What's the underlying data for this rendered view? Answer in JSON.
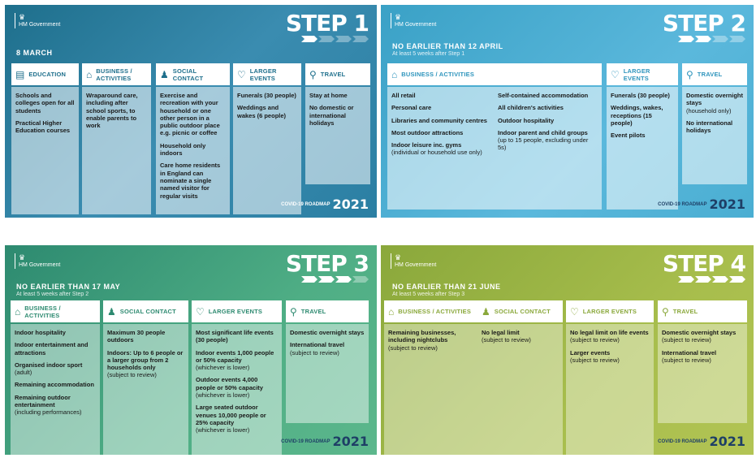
{
  "gov": "HM Government",
  "roadmap_label": "COVID-19 ROADMAP",
  "roadmap_year": "2021",
  "step1": {
    "title": "STEP 1",
    "date": "8 MARCH",
    "cols": [
      {
        "icon": "education-icon",
        "glyph": "▤",
        "head": "EDUCATION",
        "items": [
          "Schools and colleges open for all students",
          "Practical Higher Education courses"
        ]
      },
      {
        "icon": "business-icon",
        "glyph": "⌂",
        "head": "BUSINESS / ACTIVITIES",
        "items": [
          "Wraparound care, including after school sports, to enable parents to work"
        ]
      },
      {
        "icon": "person-icon",
        "glyph": "♟",
        "head": "SOCIAL CONTACT",
        "items": [
          "Exercise and recreation with your household or one other person in a public outdoor place e.g. picnic or coffee",
          "Household only indoors",
          "Care home residents in England can nominate a single named visitor for regular visits"
        ]
      },
      {
        "icon": "heart-icon",
        "glyph": "♡",
        "head": "LARGER EVENTS",
        "items": [
          "Funerals (30 people)",
          "Weddings and wakes (6 people)"
        ]
      },
      {
        "icon": "travel-icon",
        "glyph": "⚲",
        "head": "TRAVEL",
        "items": [
          "Stay at home",
          "No domestic or international holidays"
        ]
      }
    ]
  },
  "step2": {
    "title": "STEP 2",
    "date": "NO EARLIER THAN 12 APRIL",
    "sub": "At least 5 weeks after Step 1",
    "business_head": "BUSINESS / ACTIVITIES",
    "business_left": [
      {
        "b": "All retail",
        "n": ""
      },
      {
        "b": "Personal care",
        "n": ""
      },
      {
        "b": "Libraries and community centres",
        "n": ""
      },
      {
        "b": "Most outdoor attractions",
        "n": ""
      },
      {
        "b": "Indoor leisure inc. gyms",
        "n": "(individual or household use only)"
      }
    ],
    "business_right": [
      {
        "b": "Self-contained accommodation",
        "n": ""
      },
      {
        "b": "All children's activities",
        "n": ""
      },
      {
        "b": "Outdoor hospitality",
        "n": ""
      },
      {
        "b": "Indoor parent and child groups",
        "n": "(up to 15 people, excluding under 5s)"
      }
    ],
    "events_head": "LARGER EVENTS",
    "events": [
      "Funerals (30 people)",
      "Weddings, wakes, receptions (15 people)",
      "Event pilots"
    ],
    "travel_head": "TRAVEL",
    "travel": [
      {
        "b": "Domestic overnight stays",
        "n": "(household only)"
      },
      {
        "b": "No international holidays",
        "n": ""
      }
    ]
  },
  "step3": {
    "title": "STEP 3",
    "date": "NO EARLIER THAN 17 MAY",
    "sub": "At least 5 weeks after Step 2",
    "cols": [
      {
        "icon": "business-icon",
        "glyph": "⌂",
        "head": "BUSINESS / ACTIVITIES",
        "items": [
          {
            "b": "Indoor hospitality",
            "n": ""
          },
          {
            "b": "Indoor entertainment and attractions",
            "n": ""
          },
          {
            "b": "Organised indoor sport",
            "n": "(adult)"
          },
          {
            "b": "Remaining accommodation",
            "n": ""
          },
          {
            "b": "Remaining outdoor entertainment",
            "n": "(including performances)"
          }
        ]
      },
      {
        "icon": "person-icon",
        "glyph": "♟",
        "head": "SOCIAL CONTACT",
        "items": [
          {
            "b": "Maximum 30 people outdoors",
            "n": ""
          },
          {
            "b": "Indoors: Up to 6 people or a larger group from 2 households only",
            "n": "(subject to review)"
          }
        ]
      },
      {
        "icon": "heart-icon",
        "glyph": "♡",
        "head": "LARGER EVENTS",
        "items": [
          {
            "b": "Most significant life events (30 people)",
            "n": ""
          },
          {
            "b": "Indoor events 1,000 people or 50% capacity",
            "n": "(whichever is lower)"
          },
          {
            "b": "Outdoor events 4,000 people or 50% capacity",
            "n": "(whichever is lower)"
          },
          {
            "b": "Large seated outdoor venues 10,000 people or 25% capacity",
            "n": "(whichever is lower)"
          }
        ]
      },
      {
        "icon": "travel-icon",
        "glyph": "⚲",
        "head": "TRAVEL",
        "items": [
          {
            "b": "Domestic overnight stays",
            "n": ""
          },
          {
            "b": "International travel",
            "n": "(subject to review)"
          }
        ]
      }
    ]
  },
  "step4": {
    "title": "STEP 4",
    "date": "NO EARLIER THAN 21 JUNE",
    "sub": "At least 5 weeks after Step 3",
    "cols": [
      {
        "icon": "business-icon",
        "glyph": "⌂",
        "head": "BUSINESS / ACTIVITIES",
        "items": [
          {
            "b": "Remaining businesses, including nightclubs",
            "n": "(subject to review)"
          }
        ]
      },
      {
        "icon": "person-icon",
        "glyph": "♟",
        "head": "SOCIAL CONTACT",
        "items": [
          {
            "b": "No legal limit",
            "n": "(subject to review)"
          }
        ]
      },
      {
        "icon": "heart-icon",
        "glyph": "♡",
        "head": "LARGER EVENTS",
        "items": [
          {
            "b": "No legal limit on life events",
            "n": "(subject to review)"
          },
          {
            "b": "Larger events",
            "n": "(subject to review)"
          }
        ]
      },
      {
        "icon": "travel-icon",
        "glyph": "⚲",
        "head": "TRAVEL",
        "items": [
          {
            "b": "Domestic overnight stays",
            "n": "(subject to review)"
          },
          {
            "b": "International travel",
            "n": "(subject to review)"
          }
        ]
      }
    ]
  }
}
